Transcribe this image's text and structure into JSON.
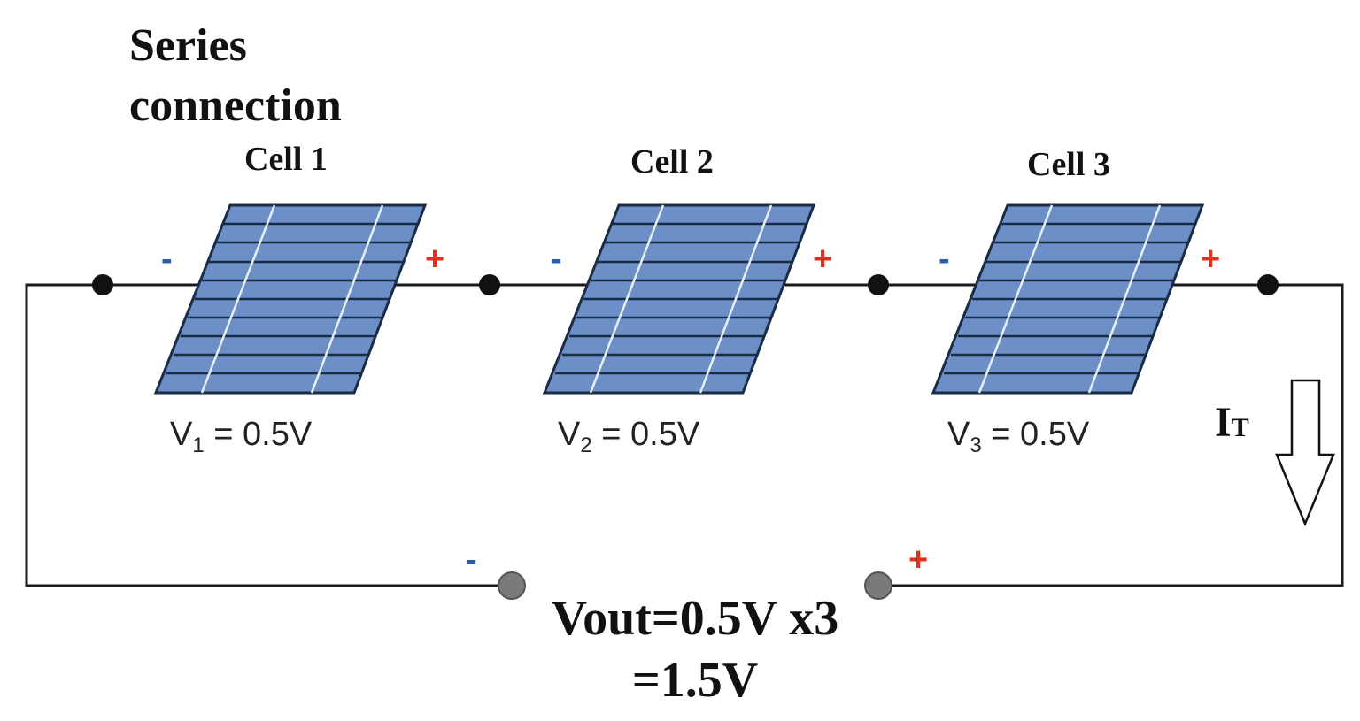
{
  "title": {
    "line1": "Series",
    "line2": "connection"
  },
  "cells": [
    {
      "label": "Cell 1",
      "voltage_prefix": "V",
      "voltage_sub": "1",
      "voltage_suffix": " = 0.5V",
      "minus": "-",
      "plus": "+"
    },
    {
      "label": "Cell 2",
      "voltage_prefix": "V",
      "voltage_sub": "2",
      "voltage_suffix": " = 0.5V",
      "minus": "-",
      "plus": "+"
    },
    {
      "label": "Cell 3",
      "voltage_prefix": "V",
      "voltage_sub": "3",
      "voltage_suffix": " = 0.5V",
      "minus": "-",
      "plus": "+"
    }
  ],
  "output": {
    "minus": "-",
    "plus": "+",
    "line1": "Vout=0.5V x3",
    "line2": "=1.5V"
  },
  "current": {
    "label": "I",
    "sub": "T"
  },
  "colors": {
    "panel_fill": "#6b8fc6",
    "panel_lines": "#1a2b45",
    "wire": "#1a1a1a",
    "terminal": "#7a7a7a",
    "minus": "#2a5fa8",
    "plus": "#e0301e"
  }
}
